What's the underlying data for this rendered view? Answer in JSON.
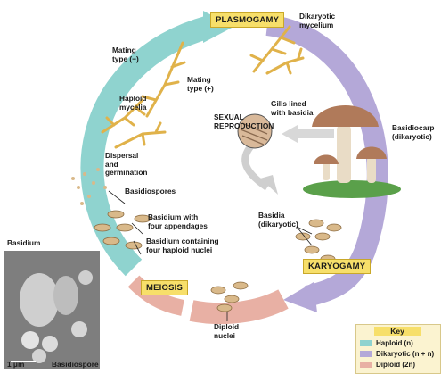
{
  "stages": {
    "plasmogamy": "PLASMOGAMY",
    "karyogamy": "KARYOGAMY",
    "meiosis": "MEIOSIS"
  },
  "center_title": "SEXUAL\nREPRODUCTION",
  "labels": {
    "dikaryotic_mycelium": "Dikaryotic\nmycelium",
    "mating_minus": "Mating\ntype (−)",
    "mating_plus": "Mating\ntype (+)",
    "haploid_mycelia": "Haploid\nmycelia",
    "gills": "Gills lined\nwith basidia",
    "basidiocarp": "Basidiocarp\n(dikaryotic)",
    "dispersal": "Dispersal\nand\ngermination",
    "basidiospores": "Basidiospores",
    "basidium_four": "Basidium with\nfour appendages",
    "basidium_containing": "Basidium containing\nfour haploid nuclei",
    "basidia_dikaryotic": "Basidia\n(dikaryotic)",
    "diploid_nuclei": "Diploid\nnuclei",
    "micro_basidium": "Basidium",
    "micro_basidiospore": "Basidiospore",
    "scale": "1 μm"
  },
  "key": {
    "title": "Key",
    "items": [
      {
        "label": "Haploid (n)",
        "color": "#8fd3cf"
      },
      {
        "label": "Dikaryotic (n + n)",
        "color": "#b4a8d8"
      },
      {
        "label": "Diploid (2n)",
        "color": "#e8b0a4"
      }
    ]
  },
  "colors": {
    "haploid": "#8fd3cf",
    "dikaryotic": "#b4a8d8",
    "diploid": "#e8b0a4",
    "hyphae": "#e0b24a",
    "mushroom_cap": "#b07a5a",
    "stage_box": "#f7df6a"
  }
}
